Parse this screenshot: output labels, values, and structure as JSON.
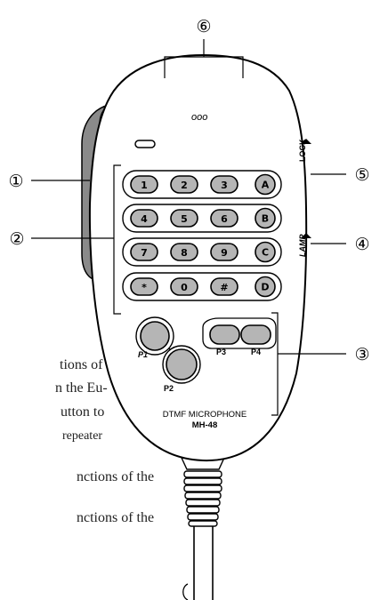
{
  "callouts": [
    "①",
    "②",
    "③",
    "④",
    "⑤",
    "⑥"
  ],
  "side_labels": {
    "lock": "LOCK",
    "lamp": "LAMP"
  },
  "keypad": {
    "rows": [
      [
        "1",
        "2",
        "3",
        "A"
      ],
      [
        "4",
        "5",
        "6",
        "B"
      ],
      [
        "7",
        "8",
        "9",
        "C"
      ],
      [
        "*",
        "0",
        "#",
        "D"
      ]
    ]
  },
  "program_keys": {
    "p1": "P1",
    "p2": "P2",
    "p3": "P3",
    "p4": "P4"
  },
  "mic_label": {
    "line1": "DTMF MICROPHONE",
    "line2": "MH-48"
  },
  "grille_text": "ooo",
  "background_text": [
    "tions of",
    "n the Eu-",
    "utton to",
    "repeater",
    "nctions of the",
    "nctions of the"
  ]
}
